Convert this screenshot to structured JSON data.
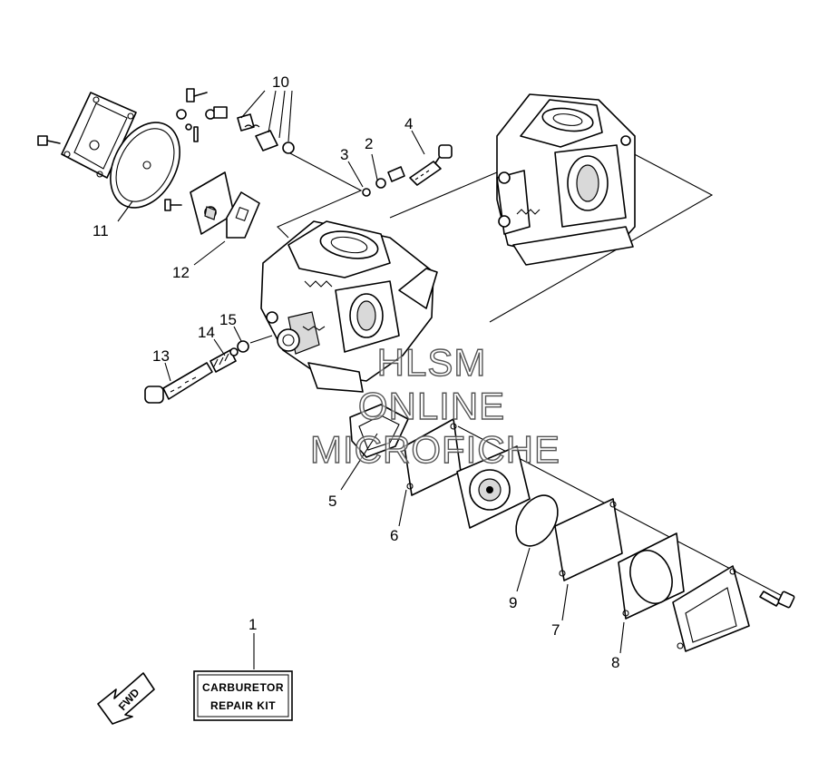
{
  "callouts": [
    {
      "id": "1",
      "label": "1"
    },
    {
      "id": "2",
      "label": "2"
    },
    {
      "id": "3",
      "label": "3"
    },
    {
      "id": "4",
      "label": "4"
    },
    {
      "id": "5",
      "label": "5"
    },
    {
      "id": "6",
      "label": "6"
    },
    {
      "id": "7",
      "label": "7"
    },
    {
      "id": "8",
      "label": "8"
    },
    {
      "id": "9",
      "label": "9"
    },
    {
      "id": "10",
      "label": "10"
    },
    {
      "id": "11",
      "label": "11"
    },
    {
      "id": "12",
      "label": "12"
    },
    {
      "id": "13",
      "label": "13"
    },
    {
      "id": "14",
      "label": "14"
    },
    {
      "id": "15",
      "label": "15"
    }
  ],
  "kit_label": {
    "line1": "CARBURETOR",
    "line2": "REPAIR KIT"
  },
  "fwd_label": "FWD",
  "watermark": {
    "line1": "HLSM",
    "line2": "ONLINE",
    "line3": "MICROFICHE"
  }
}
